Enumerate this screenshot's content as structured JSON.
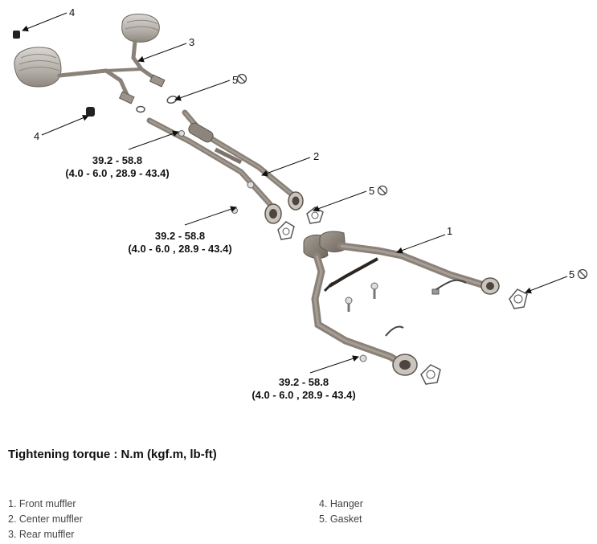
{
  "callouts": {
    "front_muffler": "1",
    "center_muffler": "2",
    "rear_muffler": "3",
    "hanger_top": "4",
    "hanger_left": "4",
    "gasket_top": "5",
    "gasket_mid": "5",
    "gasket_right": "5"
  },
  "torque_specs": [
    {
      "value": "39.2 - 58.8",
      "units": "(4.0 - 6.0 , 28.9 - 43.4)"
    },
    {
      "value": "39.2 - 58.8",
      "units": "(4.0 - 6.0 , 28.9 - 43.4)"
    },
    {
      "value": "39.2 - 58.8",
      "units": "(4.0 - 6.0 , 28.9 - 43.4)"
    }
  ],
  "caption": "Tightening torque : N.m (kgf.m, lb-ft)",
  "legend": {
    "left": [
      "1. Front muffler",
      "2. Center muffler",
      "3. Rear muffler"
    ],
    "right": [
      "4. Hanger",
      "5. Gasket"
    ]
  },
  "icons": {
    "gasket_note": "no-reuse-circle-icon"
  },
  "colors": {
    "pipe": "#8a8178",
    "pipe_dark": "#5e564e",
    "muffler": "#b9b4ad",
    "leader": "#111111"
  }
}
